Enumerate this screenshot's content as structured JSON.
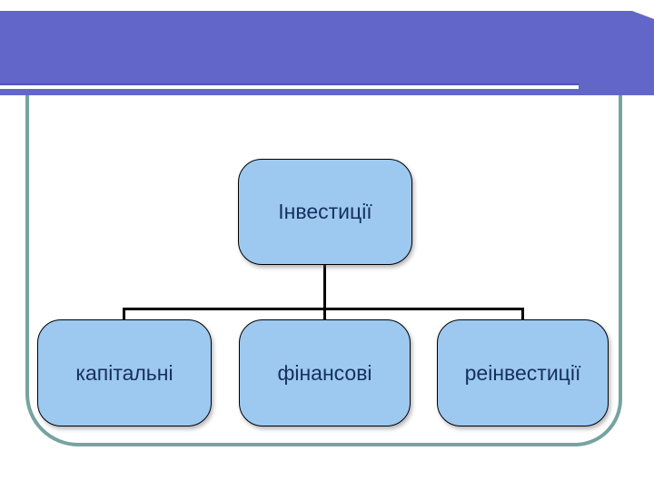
{
  "diagram": {
    "root": {
      "label": "Інвестиції"
    },
    "children": [
      {
        "label": "капітальні"
      },
      {
        "label": "фінансові"
      },
      {
        "label": "реінвестиції"
      }
    ]
  },
  "colors": {
    "header_purple": "#6366C9",
    "header_rule_white": "#FFFFFF",
    "frame_teal": "#76A3A1",
    "node_fill": "#9DC9F0",
    "node_border": "#000000",
    "node_text": "#16305E",
    "connector_black": "#000000",
    "background": "#FFFFFF"
  }
}
